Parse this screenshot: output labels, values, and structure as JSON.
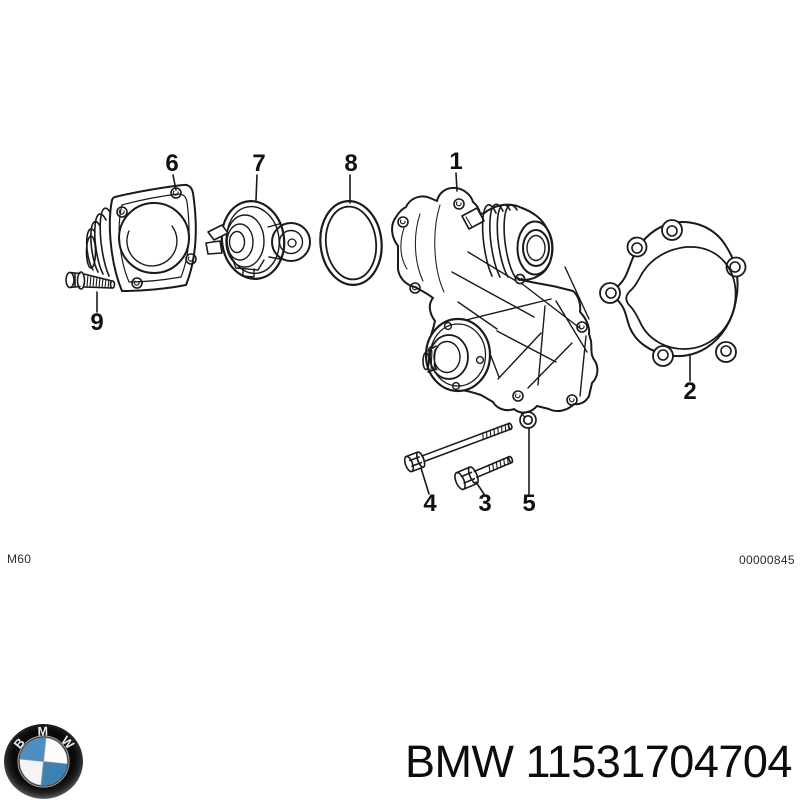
{
  "diagram": {
    "engine_code": "M60",
    "drawing_number": "00000845",
    "callouts": [
      {
        "num": "1",
        "part": "water-pump"
      },
      {
        "num": "2",
        "part": "gasket"
      },
      {
        "num": "3",
        "part": "hex-bolt-short"
      },
      {
        "num": "4",
        "part": "hex-bolt-long"
      },
      {
        "num": "5",
        "part": "lock-washer"
      },
      {
        "num": "6",
        "part": "thermostat-housing-cover"
      },
      {
        "num": "7",
        "part": "thermostat"
      },
      {
        "num": "8",
        "part": "o-ring"
      },
      {
        "num": "9",
        "part": "cover-bolt"
      }
    ]
  },
  "footer": {
    "title": "BMW 11531704704",
    "logo_letters": [
      "B",
      "M",
      "W"
    ],
    "logo_blue_light": "#4d8fc2",
    "logo_blue_dark": "#3d80b2",
    "logo_ring": "#0d0d0d"
  }
}
